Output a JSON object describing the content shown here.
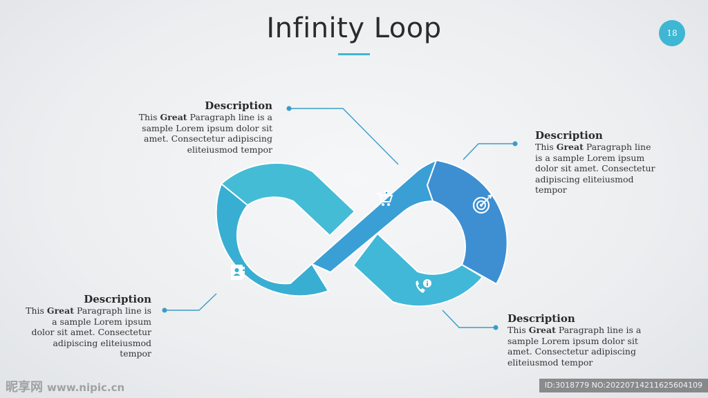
{
  "title": "Infinity Loop",
  "page_number": "18",
  "descriptions": [
    {
      "heading": "Description",
      "lines": [
        "This |Great| Paragraph line is a",
        "sample Lorem ipsum dolor sit",
        "amet. Consectetur adipiscing",
        "eliteiusmod tempor"
      ]
    },
    {
      "heading": "Description",
      "lines": [
        "This |Great| Paragraph line",
        "is a sample Lorem ipsum",
        "dolor sit amet. Consectetur",
        "adipiscing eliteiusmod",
        "tempor"
      ]
    },
    {
      "heading": "Description",
      "lines": [
        "This |Great| Paragraph line is",
        "a sample Lorem ipsum",
        "dolor sit amet. Consectetur",
        "adipiscing eliteiusmod",
        "tempor"
      ]
    },
    {
      "heading": "Description",
      "lines": [
        "This |Great| Paragraph line is a",
        "sample Lorem ipsum dolor sit",
        "amet. Consectetur adipiscing",
        "eliteiusmod tempor"
      ]
    }
  ],
  "icons": [
    "cart-gear-icon",
    "target-icon",
    "phone-info-icon",
    "address-book-icon"
  ],
  "colors": {
    "accent": "#3fb6d3",
    "segment_light": "#3cb7d2",
    "segment_mid": "#3aa3d4",
    "segment_dark": "#3d8fd2",
    "connector": "#3a9cc6"
  },
  "watermark": {
    "brand": "昵享网",
    "url": "www.nipic.cn",
    "id": "ID:3018779 NO:20220714211625604109"
  }
}
